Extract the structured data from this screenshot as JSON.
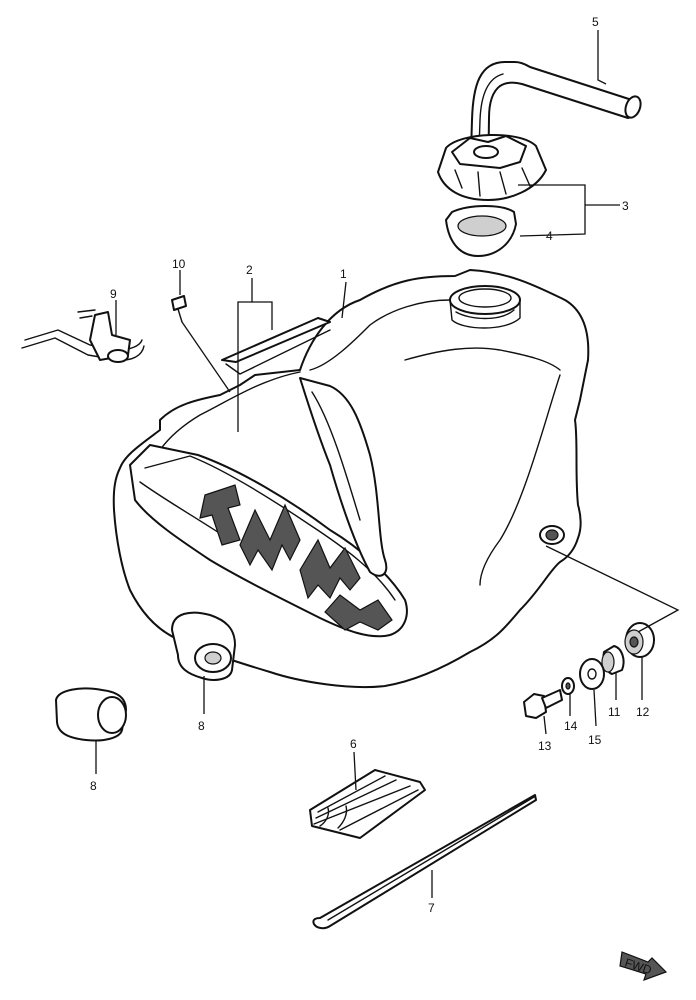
{
  "callouts": {
    "c1": "1",
    "c2": "2",
    "c3": "3",
    "c4": "4",
    "c5": "5",
    "c6": "6",
    "c7": "7",
    "c8a": "8",
    "c8b": "8",
    "c9": "9",
    "c10": "10",
    "c11": "11",
    "c12": "12",
    "c13": "13",
    "c14": "14",
    "c15": "15"
  },
  "fwd_marker": "FWD"
}
